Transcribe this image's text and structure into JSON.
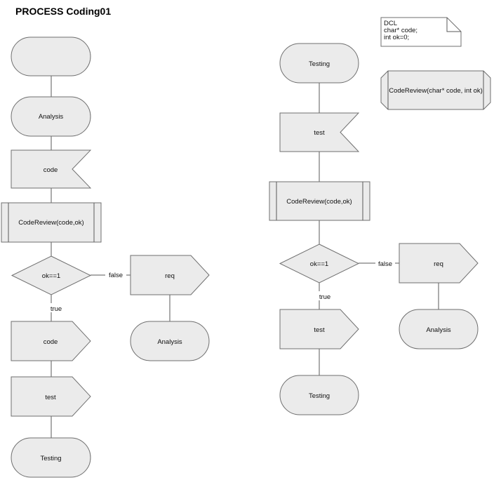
{
  "diagram": {
    "title": "PROCESS Coding01",
    "declaration": {
      "lines": [
        "DCL",
        "char* code;",
        "int ok=0;"
      ]
    },
    "procedure_reference": "CodeReview(char* code, int ok)",
    "left_flow": {
      "start": "",
      "state_analysis": "Analysis",
      "input_code": "code",
      "call_review": "CodeReview(code,ok)",
      "decision": "ok==1",
      "label_false": "false",
      "label_true": "true",
      "output_code": "code",
      "output_test": "test",
      "state_testing": "Testing",
      "output_req": "req",
      "state_analysis_2": "Analysis"
    },
    "right_flow": {
      "state_testing": "Testing",
      "input_test": "test",
      "call_review": "CodeReview(code,ok)",
      "decision": "ok==1",
      "label_false": "false",
      "label_true": "true",
      "output_test": "test",
      "state_testing_2": "Testing",
      "output_req": "req",
      "state_analysis": "Analysis"
    }
  }
}
